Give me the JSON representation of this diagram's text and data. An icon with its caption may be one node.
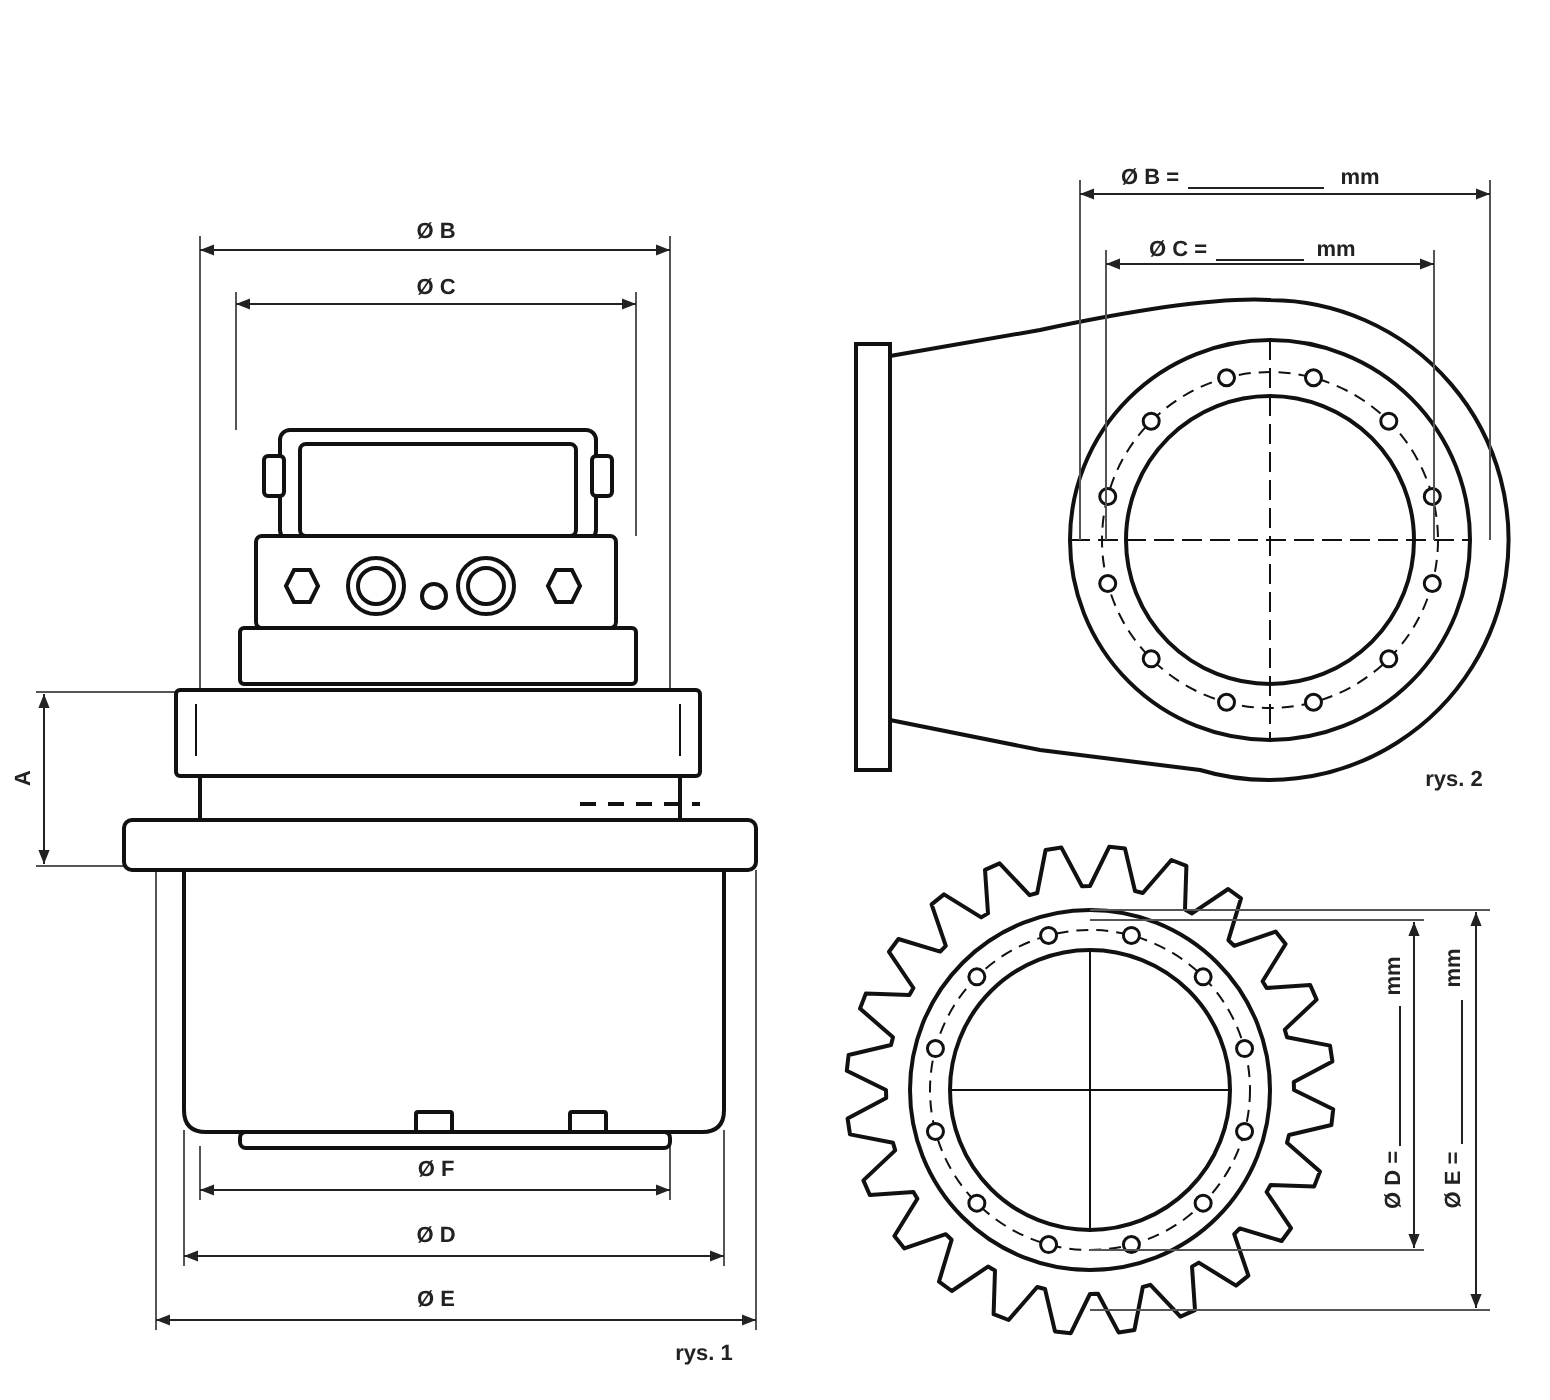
{
  "diagram": {
    "labels": [
      "Ø B =",
      "mm",
      "Ø C =",
      "mm",
      "Ø B",
      "Ø C",
      "A",
      "rys. 2",
      "Ø D =",
      "mm",
      "Ø E =",
      "mm",
      "Ø F",
      "Ø D",
      "Ø E",
      "rys. 1"
    ]
  }
}
